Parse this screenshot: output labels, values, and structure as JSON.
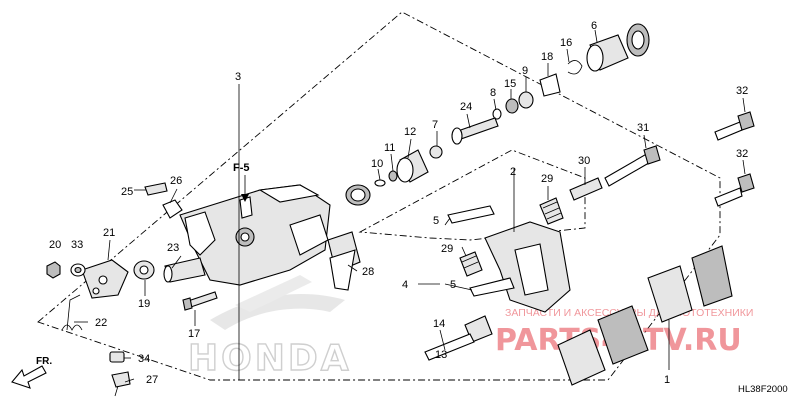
{
  "diagram": {
    "ref_label": "F-5",
    "direction_label": "FR.",
    "diagram_code": "HL38F2000",
    "brand_watermark": "HONDA",
    "shop_watermark": "PARTS4ATV.RU",
    "shop_tagline": "ЗАПЧАСТИ И АКСЕССУАРЫ ДЛЯ МОТОТЕХНИКИ",
    "callouts": {
      "c1": "1",
      "c2": "2",
      "c3": "3",
      "c4": "4",
      "c5a": "5",
      "c5b": "5",
      "c6": "6",
      "c7": "7",
      "c8": "8",
      "c9": "9",
      "c10": "10",
      "c11": "11",
      "c12": "12",
      "c13": "13",
      "c14": "14",
      "c15": "15",
      "c16": "16",
      "c17": "17",
      "c18": "18",
      "c19": "19",
      "c20": "20",
      "c21": "21",
      "c22": "22",
      "c23": "23",
      "c24": "24",
      "c25": "25",
      "c26": "26",
      "c27": "27",
      "c28": "28",
      "c29a": "29",
      "c29b": "29",
      "c30": "30",
      "c31": "31",
      "c32a": "32",
      "c32b": "32",
      "c33": "33",
      "c34": "34"
    }
  }
}
